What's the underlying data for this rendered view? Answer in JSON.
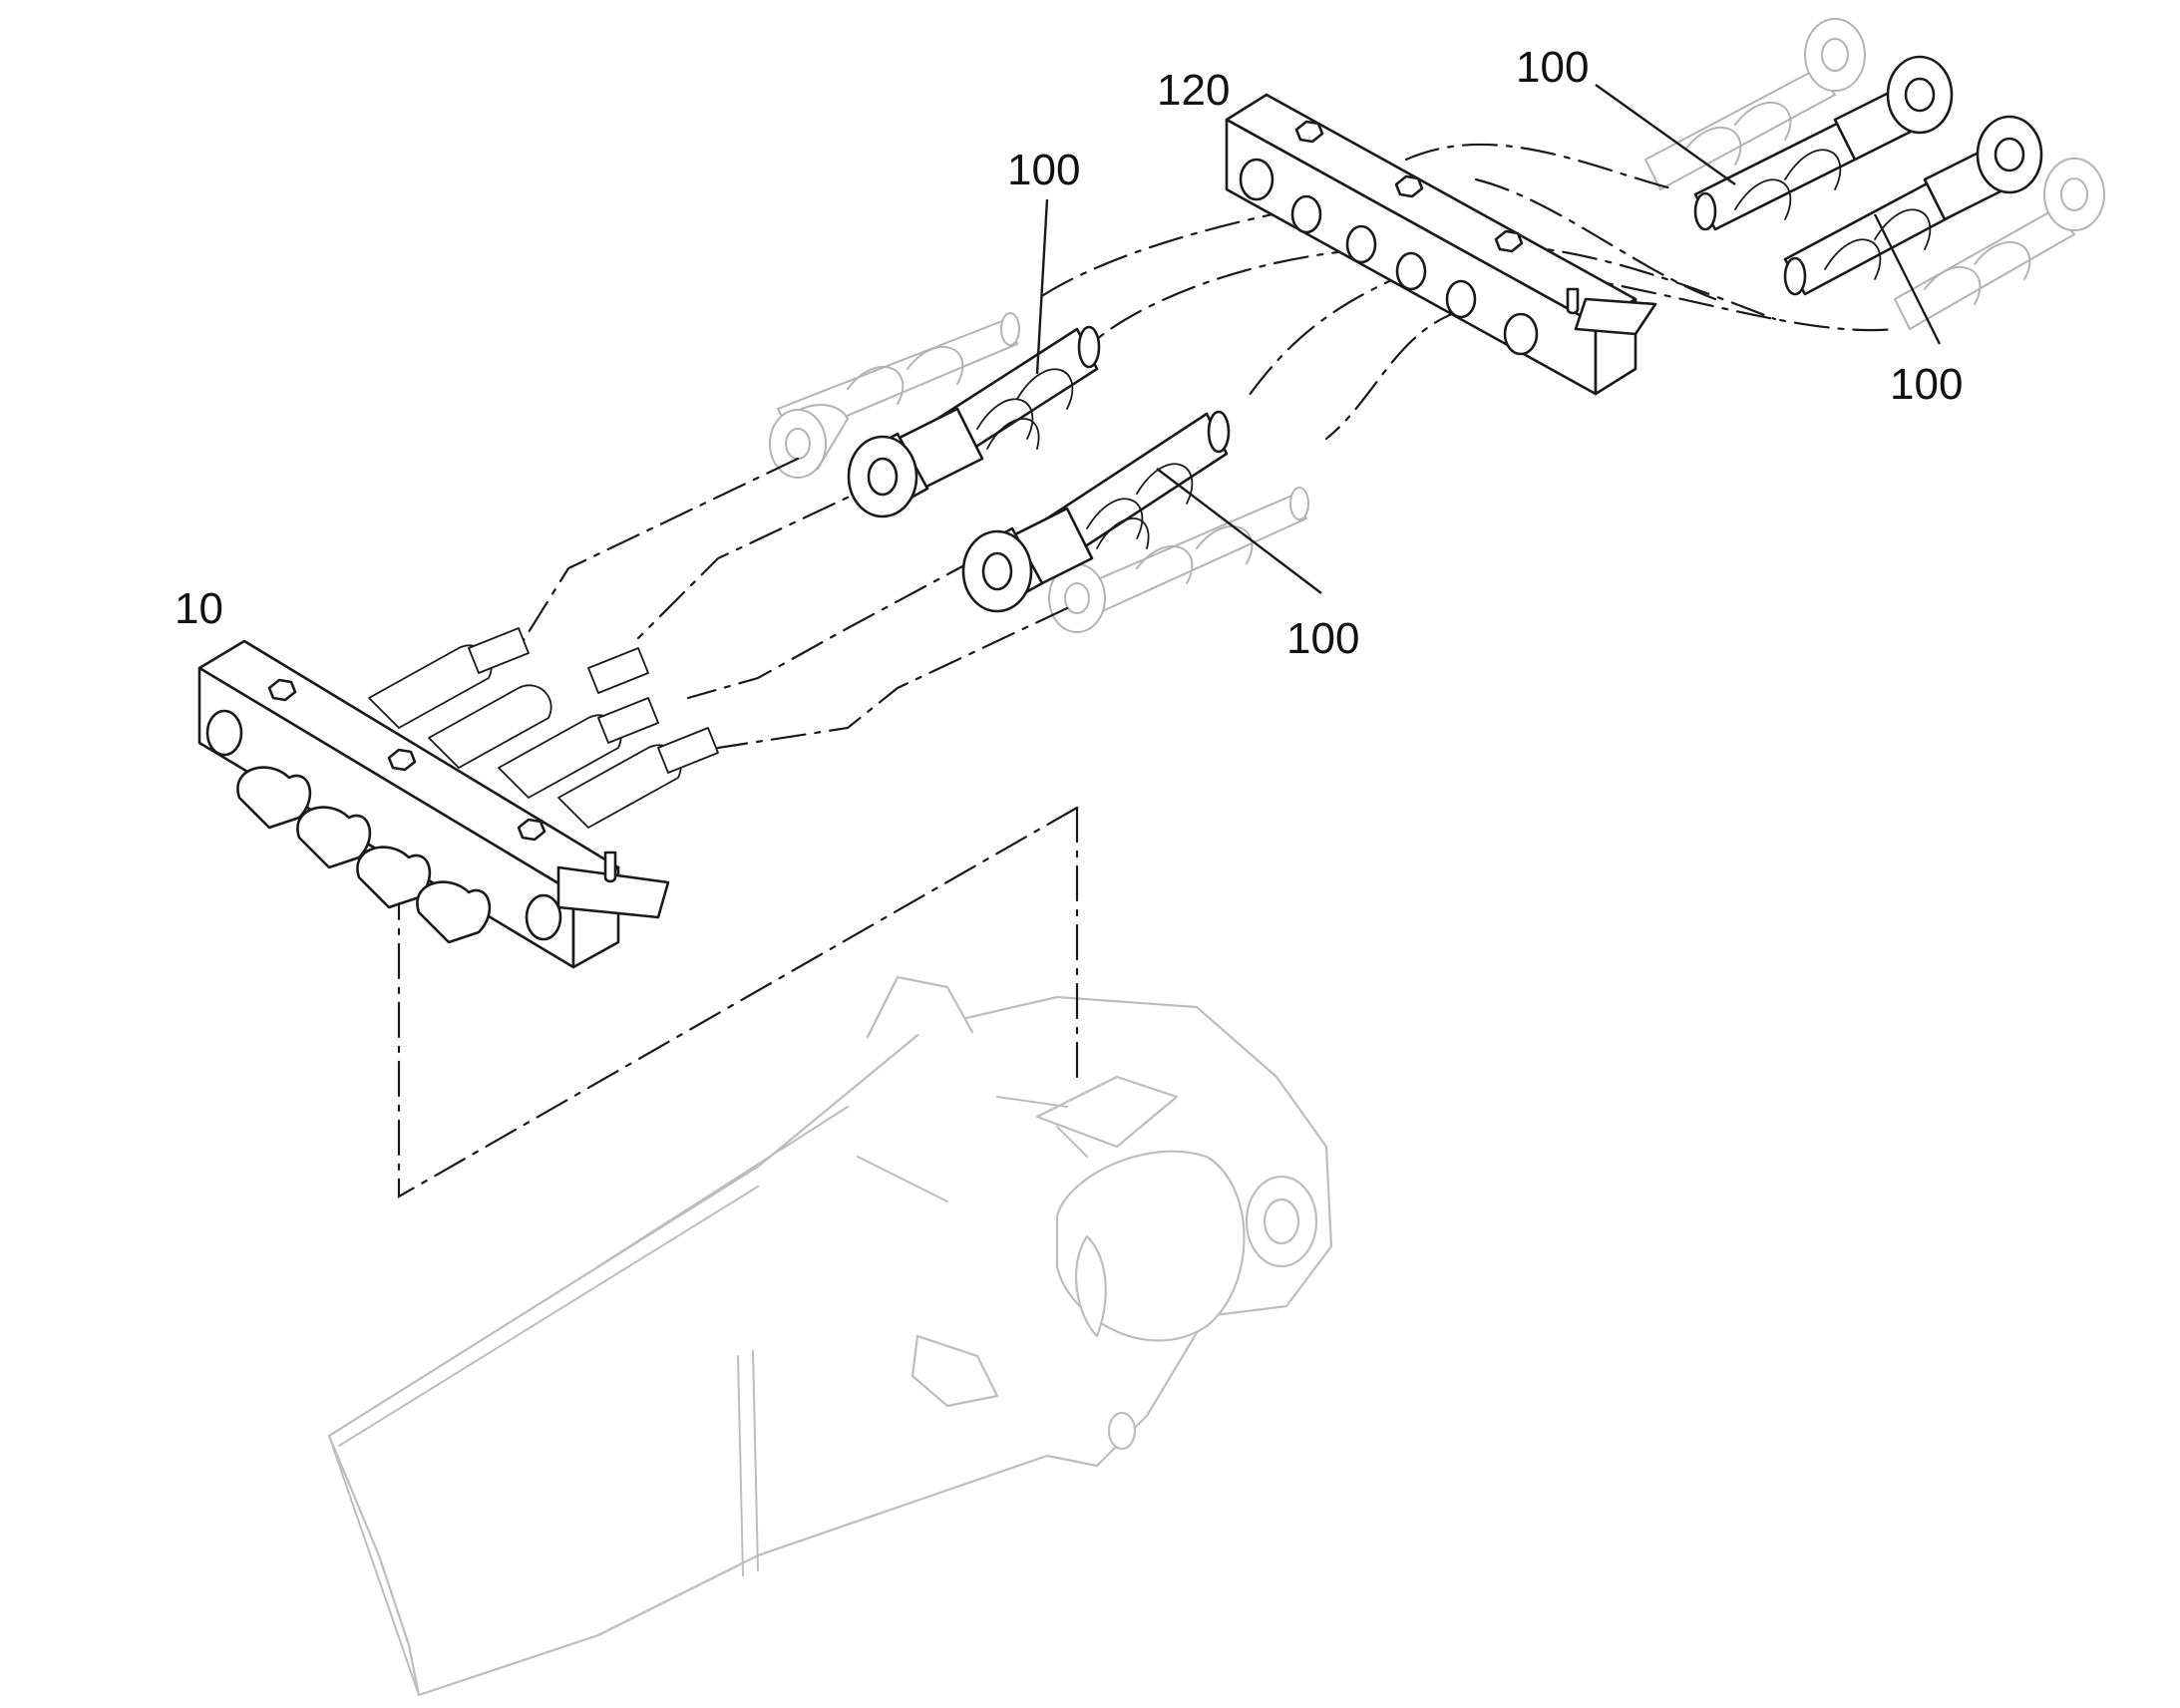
{
  "callouts": {
    "label_10": "10",
    "label_120": "120",
    "label_100_a": "100",
    "label_100_b": "100",
    "label_100_c": "100",
    "label_100_d": "100"
  },
  "colors": {
    "ink": "#1a1a1a",
    "ghost": "#b3b3b3",
    "background": "#ffffff"
  }
}
